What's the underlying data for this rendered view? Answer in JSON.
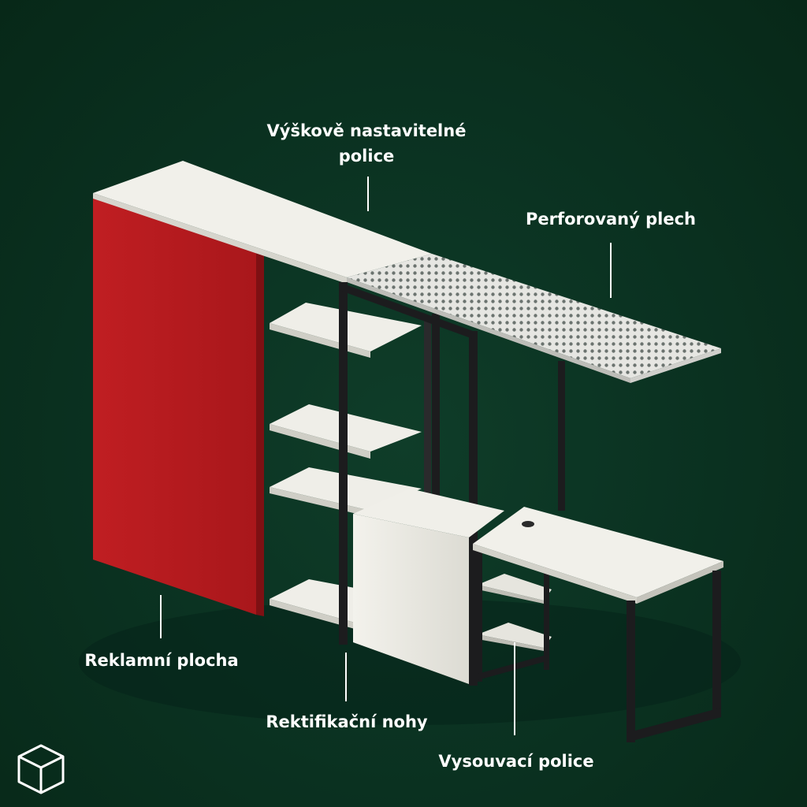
{
  "labels": {
    "shelves_line1": "Výškově nastavitelné",
    "shelves_line2": "police",
    "perforated": "Perforovaný plech",
    "ad_panel": "Reklamní plocha",
    "leveling_feet": "Rektifikační nohy",
    "pullout_shelves": "Vysouvací police"
  },
  "colors": {
    "background": "#0b3322",
    "panel_red": "#b3191e",
    "furniture_white": "#ecebe4",
    "frame_black": "#1c1c1e",
    "label_text": "#ffffff"
  },
  "icons": {
    "corner": "cube-outline-icon"
  }
}
